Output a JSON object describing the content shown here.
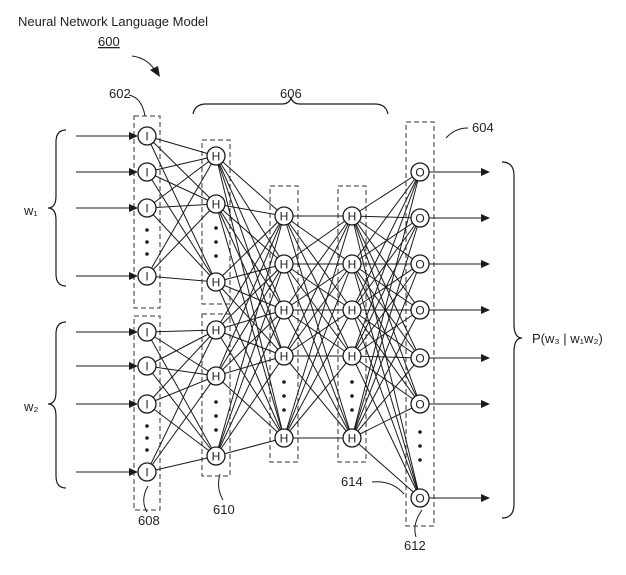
{
  "diagram": {
    "title": "Neural Network Language Model",
    "model_ref": "600",
    "refs": {
      "input_layer": "602",
      "hidden_layers": "606",
      "output_layer": "604",
      "input_group_w2": "608",
      "hidden_layer_1": "610",
      "output_connection": "614",
      "output_node": "612"
    },
    "input_labels": {
      "w1": "w₁",
      "w2": "w₂"
    },
    "output_label": "P(w₃ | w₁w₂)",
    "node_labels": {
      "input": "I",
      "hidden": "H",
      "output": "O"
    }
  }
}
